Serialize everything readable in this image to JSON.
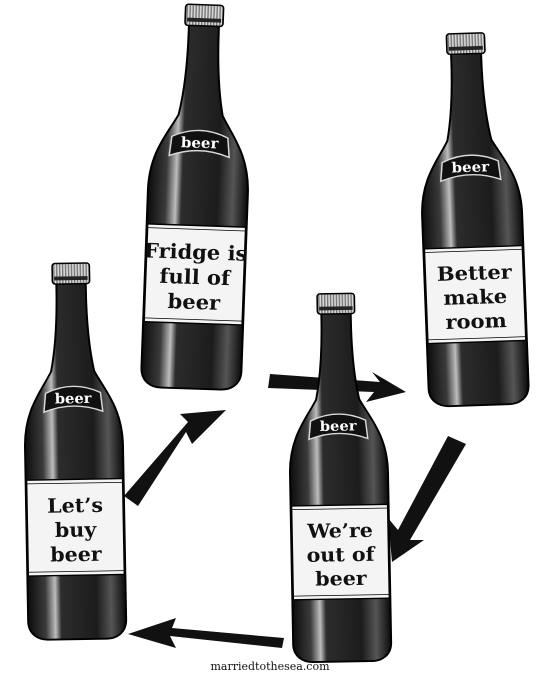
{
  "colors": {
    "ink": "#111111",
    "glass": "#2a2a2a",
    "label": "#f4f4f4",
    "paper": "#ffffff"
  },
  "bottles": [
    {
      "id": "fridge-full",
      "crown": "beer",
      "label_lines": [
        "Fridge is",
        "full of",
        "beer"
      ]
    },
    {
      "id": "make-room",
      "crown": "beer",
      "label_lines": [
        "Better",
        "make",
        "room"
      ]
    },
    {
      "id": "out-of-beer",
      "crown": "beer",
      "label_lines": [
        "We’re",
        "out of",
        "beer"
      ]
    },
    {
      "id": "buy-beer",
      "crown": "beer",
      "label_lines": [
        "Let’s",
        "buy",
        "beer"
      ]
    }
  ],
  "arrows": [
    {
      "from": "fridge-full",
      "to": "make-room",
      "icon": "arrow-right-icon"
    },
    {
      "from": "make-room",
      "to": "out-of-beer",
      "icon": "arrow-down-left-icon"
    },
    {
      "from": "out-of-beer",
      "to": "buy-beer",
      "icon": "arrow-left-icon"
    },
    {
      "from": "buy-beer",
      "to": "fridge-full",
      "icon": "arrow-up-right-icon"
    }
  ],
  "credit": "marriedtothesea.com"
}
